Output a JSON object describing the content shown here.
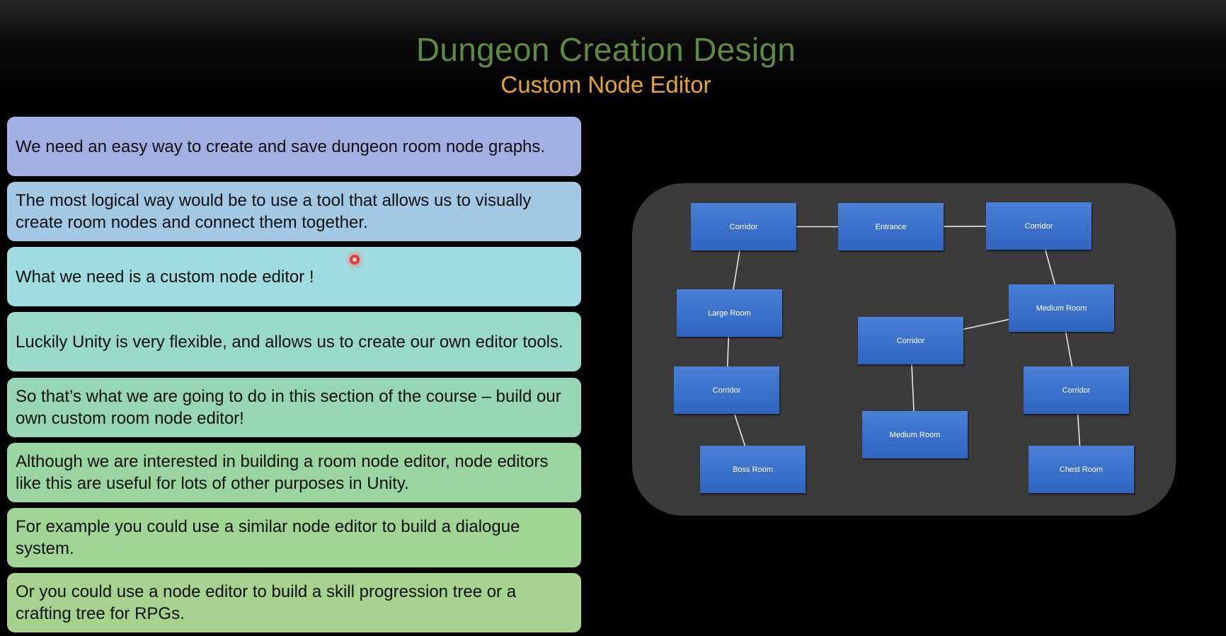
{
  "slide": {
    "title": "Dungeon Creation Design",
    "subtitle": "Custom Node Editor"
  },
  "points": [
    {
      "text": "We need an easy way to create and save dungeon room node graphs.",
      "color": "#a2afe2"
    },
    {
      "text": "The most logical way would be to use a tool that allows us to visually create  room nodes and connect them together.",
      "color": "#a3c8e4"
    },
    {
      "text": "What we need is a custom node editor !",
      "color": "#9fdcdf"
    },
    {
      "text": "Luckily Unity is very flexible, and allows us to create our own editor tools.",
      "color": "#98dac7"
    },
    {
      "text": "So that’s what we are going to do in this section of the course – build our own custom room node editor!",
      "color": "#97d6b2"
    },
    {
      "text": "Although we are interested in building a room node editor, node editors like this are useful for lots of other purposes in Unity.",
      "color": "#9ad49f"
    },
    {
      "text": "For example you could use a similar node editor to build a dialogue system.",
      "color": "#a0d494"
    },
    {
      "text": "Or you could use a node editor to build a skill progression tree or a crafting tree for RPGs.",
      "color": "#a6d18f"
    }
  ],
  "graph": {
    "nodes": [
      {
        "id": "corridor-1",
        "label": "Corridor"
      },
      {
        "id": "entrance",
        "label": "Entrance"
      },
      {
        "id": "corridor-2",
        "label": "Corridor"
      },
      {
        "id": "large-room",
        "label": "Large Room"
      },
      {
        "id": "medium-room-1",
        "label": "Medium Room"
      },
      {
        "id": "corridor-3",
        "label": "Corridor"
      },
      {
        "id": "corridor-4",
        "label": "Corridor"
      },
      {
        "id": "corridor-5",
        "label": "Corridor"
      },
      {
        "id": "medium-room-2",
        "label": "Medium Room"
      },
      {
        "id": "boss-room",
        "label": "Boss Room"
      },
      {
        "id": "chest-room",
        "label": "Chest Room"
      }
    ],
    "edges": [
      [
        "corridor-1",
        "entrance"
      ],
      [
        "entrance",
        "corridor-2"
      ],
      [
        "corridor-1",
        "large-room"
      ],
      [
        "large-room",
        "corridor-4"
      ],
      [
        "corridor-4",
        "boss-room"
      ],
      [
        "corridor-2",
        "medium-room-1"
      ],
      [
        "medium-room-1",
        "corridor-3"
      ],
      [
        "medium-room-1",
        "corridor-5"
      ],
      [
        "corridor-5",
        "chest-room"
      ],
      [
        "corridor-3",
        "medium-room-2"
      ]
    ]
  }
}
